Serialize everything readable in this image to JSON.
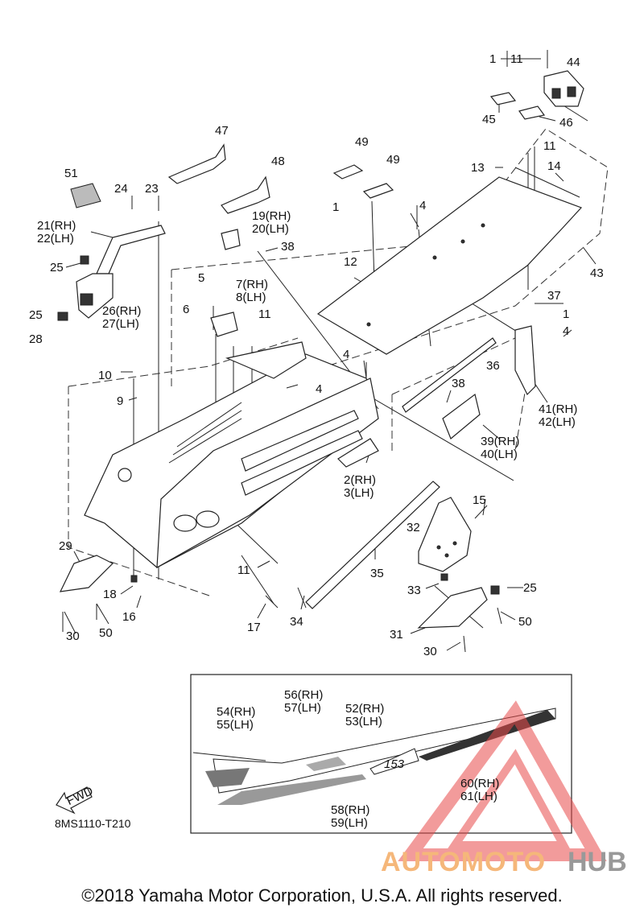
{
  "callouts": {
    "c1_top": "1",
    "c11_top": "11",
    "c44": "44",
    "c45": "45",
    "c46": "46",
    "c47": "47",
    "c48": "48",
    "c49a": "49",
    "c49b": "49",
    "c13": "13",
    "c11_b": "11",
    "c14": "14",
    "c51": "51",
    "c24": "24",
    "c23": "23",
    "c1_mid": "1",
    "c4_a": "4",
    "c19": "19(RH)",
    "c20": "20(LH)",
    "c21": "21(RH)",
    "c22": "22(LH)",
    "c38_a": "38",
    "c12": "12",
    "c25_a": "25",
    "c5": "5",
    "c7": "7(RH)",
    "c8": "8(LH)",
    "c43": "43",
    "c37": "37",
    "c26": "26(RH)",
    "c27": "27(LH)",
    "c6": "6",
    "c25_b": "25",
    "c11_c": "11",
    "c1_right": "1",
    "c4_right": "4",
    "c28": "28",
    "c4_b": "4",
    "c36": "36",
    "c10": "10",
    "c4_c": "4",
    "c9": "9",
    "c38_b": "38",
    "c41": "41(RH)",
    "c42": "42(LH)",
    "c39": "39(RH)",
    "c40": "40(LH)",
    "c2": "2(RH)",
    "c3": "3(LH)",
    "c15": "15",
    "c32": "32",
    "c29": "29",
    "c11_d": "11",
    "c35": "35",
    "c33": "33",
    "c25_c": "25",
    "c18": "18",
    "c16": "16",
    "c50_a": "50",
    "c17": "17",
    "c34": "34",
    "c31": "31",
    "c50_b": "50",
    "c30_a": "30",
    "c30_b": "30",
    "c56": "56(RH)",
    "c57": "57(LH)",
    "c54": "54(RH)",
    "c55": "55(LH)",
    "c52": "52(RH)",
    "c53": "53(LH)",
    "c60": "60(RH)",
    "c61": "61(LH)",
    "c58": "58(RH)",
    "c59": "59(LH)"
  },
  "fwd_label": "FWD",
  "decal_text": "153",
  "diagram_code": "8MS1110-T210",
  "watermark": {
    "auto": "AUTOMOTO",
    "hub": "HUB",
    "auto_color": "#f5b77a",
    "hub_color": "#999999",
    "logo_color": "#e84a4a"
  },
  "copyright": "©2018 Yamaha Motor Corporation, U.S.A. All rights reserved."
}
